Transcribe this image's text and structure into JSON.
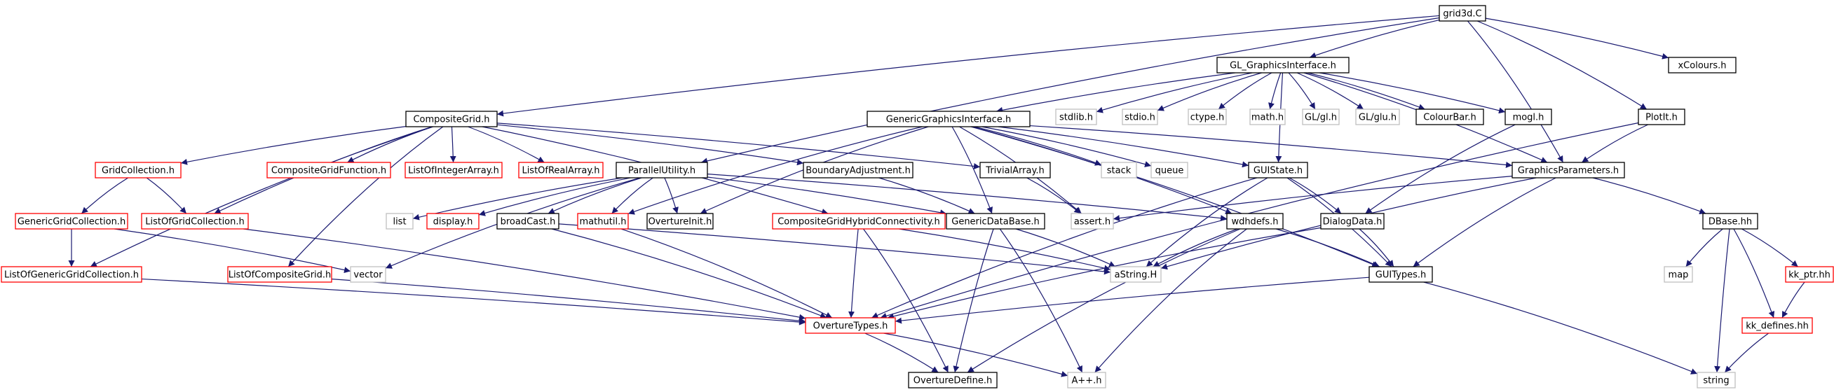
{
  "nodes": [
    {
      "id": "grid3d",
      "label": "grid3d.C",
      "style": "root"
    },
    {
      "id": "gl_gi",
      "label": "GL_GraphicsInterface.h",
      "style": "black"
    },
    {
      "id": "xcolours",
      "label": "xColours.h",
      "style": "black"
    },
    {
      "id": "compositegrid",
      "label": "CompositeGrid.h",
      "style": "black"
    },
    {
      "id": "ggi",
      "label": "GenericGraphicsInterface.h",
      "style": "black"
    },
    {
      "id": "stdlib",
      "label": "stdlib.h",
      "style": "gray"
    },
    {
      "id": "stdio",
      "label": "stdio.h",
      "style": "gray"
    },
    {
      "id": "ctype",
      "label": "ctype.h",
      "style": "gray"
    },
    {
      "id": "math",
      "label": "math.h",
      "style": "gray"
    },
    {
      "id": "glgl",
      "label": "GL/gl.h",
      "style": "gray"
    },
    {
      "id": "glglu",
      "label": "GL/glu.h",
      "style": "gray"
    },
    {
      "id": "colourbar",
      "label": "ColourBar.h",
      "style": "black"
    },
    {
      "id": "mogl",
      "label": "mogl.h",
      "style": "black"
    },
    {
      "id": "plotit",
      "label": "PlotIt.h",
      "style": "black"
    },
    {
      "id": "gridcollection",
      "label": "GridCollection.h",
      "style": "red"
    },
    {
      "id": "cgfunction",
      "label": "CompositeGridFunction.h",
      "style": "red"
    },
    {
      "id": "listofint",
      "label": "ListOfIntegerArray.h",
      "style": "red"
    },
    {
      "id": "listofreal",
      "label": "ListOfRealArray.h",
      "style": "red"
    },
    {
      "id": "parallelutility",
      "label": "ParallelUtility.h",
      "style": "black"
    },
    {
      "id": "boundaryadj",
      "label": "BoundaryAdjustment.h",
      "style": "black"
    },
    {
      "id": "trivialarray",
      "label": "TrivialArray.h",
      "style": "black"
    },
    {
      "id": "stack",
      "label": "stack",
      "style": "gray"
    },
    {
      "id": "queue",
      "label": "queue",
      "style": "gray"
    },
    {
      "id": "guistate",
      "label": "GUIState.h",
      "style": "black"
    },
    {
      "id": "graphicsparams",
      "label": "GraphicsParameters.h",
      "style": "black"
    },
    {
      "id": "genericgridcoll",
      "label": "GenericGridCollection.h",
      "style": "red"
    },
    {
      "id": "listofgridcoll",
      "label": "ListOfGridCollection.h",
      "style": "red"
    },
    {
      "id": "list",
      "label": "list",
      "style": "gray"
    },
    {
      "id": "display",
      "label": "display.h",
      "style": "red"
    },
    {
      "id": "broadcast",
      "label": "broadCast.h",
      "style": "black"
    },
    {
      "id": "mathutil",
      "label": "mathutil.h",
      "style": "red"
    },
    {
      "id": "overtureinit",
      "label": "OvertureInit.h",
      "style": "black"
    },
    {
      "id": "cghybrid",
      "label": "CompositeGridHybridConnectivity.h",
      "style": "red"
    },
    {
      "id": "genericdatabase",
      "label": "GenericDataBase.h",
      "style": "black"
    },
    {
      "id": "assert",
      "label": "assert.h",
      "style": "gray"
    },
    {
      "id": "wdhdefs",
      "label": "wdhdefs.h",
      "style": "black"
    },
    {
      "id": "dialogdata",
      "label": "DialogData.h",
      "style": "black"
    },
    {
      "id": "dbase",
      "label": "DBase.hh",
      "style": "black"
    },
    {
      "id": "vector",
      "label": "vector",
      "style": "gray"
    },
    {
      "id": "listofgenericgridcoll",
      "label": "ListOfGenericGridCollection.h",
      "style": "red"
    },
    {
      "id": "listofcompositegrid",
      "label": "ListOfCompositeGrid.h",
      "style": "red"
    },
    {
      "id": "astring",
      "label": "aString.H",
      "style": "gray"
    },
    {
      "id": "guitypes",
      "label": "GUITypes.h",
      "style": "black"
    },
    {
      "id": "map",
      "label": "map",
      "style": "gray"
    },
    {
      "id": "kkptr",
      "label": "kk_ptr.hh",
      "style": "red"
    },
    {
      "id": "overturetypes",
      "label": "OvertureTypes.h",
      "style": "red"
    },
    {
      "id": "kkdefines",
      "label": "kk_defines.hh",
      "style": "red"
    },
    {
      "id": "overturedefine",
      "label": "OvertureDefine.h",
      "style": "black"
    },
    {
      "id": "aplusplus",
      "label": "A++.h",
      "style": "gray"
    },
    {
      "id": "string",
      "label": "string",
      "style": "gray"
    }
  ],
  "edges": [
    [
      "grid3d",
      "gl_gi"
    ],
    [
      "grid3d",
      "xcolours"
    ],
    [
      "grid3d",
      "compositegrid"
    ],
    [
      "grid3d",
      "parallelutility"
    ],
    [
      "grid3d",
      "graphicsparams"
    ],
    [
      "grid3d",
      "plotit"
    ],
    [
      "gl_gi",
      "ggi"
    ],
    [
      "gl_gi",
      "stdlib"
    ],
    [
      "gl_gi",
      "stdio"
    ],
    [
      "gl_gi",
      "ctype"
    ],
    [
      "gl_gi",
      "math"
    ],
    [
      "gl_gi",
      "glgl"
    ],
    [
      "gl_gi",
      "glglu"
    ],
    [
      "gl_gi",
      "colourbar"
    ],
    [
      "gl_gi",
      "mogl"
    ],
    [
      "gl_gi",
      "graphicsparams"
    ],
    [
      "gl_gi",
      "guistate"
    ],
    [
      "compositegrid",
      "gridcollection"
    ],
    [
      "compositegrid",
      "cgfunction"
    ],
    [
      "compositegrid",
      "listofint"
    ],
    [
      "compositegrid",
      "listofreal"
    ],
    [
      "compositegrid",
      "listofgridcoll"
    ],
    [
      "compositegrid",
      "listofcompositegrid"
    ],
    [
      "compositegrid",
      "listofgenericgridcoll"
    ],
    [
      "compositegrid",
      "cghybrid"
    ],
    [
      "compositegrid",
      "boundaryadj"
    ],
    [
      "compositegrid",
      "trivialarray"
    ],
    [
      "ggi",
      "guistate"
    ],
    [
      "ggi",
      "graphicsparams"
    ],
    [
      "ggi",
      "stack"
    ],
    [
      "ggi",
      "queue"
    ],
    [
      "ggi",
      "assert"
    ],
    [
      "ggi",
      "genericdatabase"
    ],
    [
      "ggi",
      "overtureinit"
    ],
    [
      "ggi",
      "mathutil"
    ],
    [
      "ggi",
      "wdhdefs"
    ],
    [
      "ggi",
      "guitypes"
    ],
    [
      "plotit",
      "graphicsparams"
    ],
    [
      "plotit",
      "overturetypes"
    ],
    [
      "mogl",
      "dialogdata"
    ],
    [
      "gridcollection",
      "genericgridcoll"
    ],
    [
      "gridcollection",
      "listofgridcoll"
    ],
    [
      "genericgridcoll",
      "listofgenericgridcoll"
    ],
    [
      "genericgridcoll",
      "vector"
    ],
    [
      "listofgridcoll",
      "overturetypes"
    ],
    [
      "parallelutility",
      "list"
    ],
    [
      "parallelutility",
      "display"
    ],
    [
      "parallelutility",
      "broadcast"
    ],
    [
      "parallelutility",
      "mathutil"
    ],
    [
      "parallelutility",
      "overtureinit"
    ],
    [
      "parallelutility",
      "vector"
    ],
    [
      "parallelutility",
      "genericdatabase"
    ],
    [
      "parallelutility",
      "wdhdefs"
    ],
    [
      "boundaryadj",
      "genericdatabase"
    ],
    [
      "trivialarray",
      "assert"
    ],
    [
      "guistate",
      "dialogdata"
    ],
    [
      "guistate",
      "guitypes"
    ],
    [
      "guistate",
      "astring"
    ],
    [
      "guistate",
      "overturetypes"
    ],
    [
      "graphicsparams",
      "dbase"
    ],
    [
      "graphicsparams",
      "guitypes"
    ],
    [
      "graphicsparams",
      "astring"
    ],
    [
      "graphicsparams",
      "assert"
    ],
    [
      "broadcast",
      "astring"
    ],
    [
      "broadcast",
      "overturetypes"
    ],
    [
      "mathutil",
      "overturetypes"
    ],
    [
      "cghybrid",
      "overturetypes"
    ],
    [
      "cghybrid",
      "overturedefine"
    ],
    [
      "cghybrid",
      "astring"
    ],
    [
      "genericdatabase",
      "astring"
    ],
    [
      "genericdatabase",
      "overturedefine"
    ],
    [
      "genericdatabase",
      "aplusplus"
    ],
    [
      "wdhdefs",
      "astring"
    ],
    [
      "wdhdefs",
      "guitypes"
    ],
    [
      "wdhdefs",
      "overturedefine"
    ],
    [
      "wdhdefs",
      "aplusplus"
    ],
    [
      "dialogdata",
      "guitypes"
    ],
    [
      "dialogdata",
      "overturetypes"
    ],
    [
      "dbase",
      "map"
    ],
    [
      "dbase",
      "kkptr"
    ],
    [
      "dbase",
      "kkdefines"
    ],
    [
      "dbase",
      "string"
    ],
    [
      "kkptr",
      "kkdefines"
    ],
    [
      "kkdefines",
      "string"
    ],
    [
      "listofgenericgridcoll",
      "overturetypes"
    ],
    [
      "listofcompositegrid",
      "overturetypes"
    ],
    [
      "guitypes",
      "overturetypes"
    ],
    [
      "guitypes",
      "string"
    ],
    [
      "overturetypes",
      "overturedefine"
    ],
    [
      "overturetypes",
      "aplusplus"
    ]
  ],
  "colors": {
    "edge": "#191970",
    "black_border": "#000000",
    "red_border": "#ff0000",
    "gray_border": "#bfbfbf",
    "root_fill": "#bfbfbf",
    "text": "#000000"
  }
}
